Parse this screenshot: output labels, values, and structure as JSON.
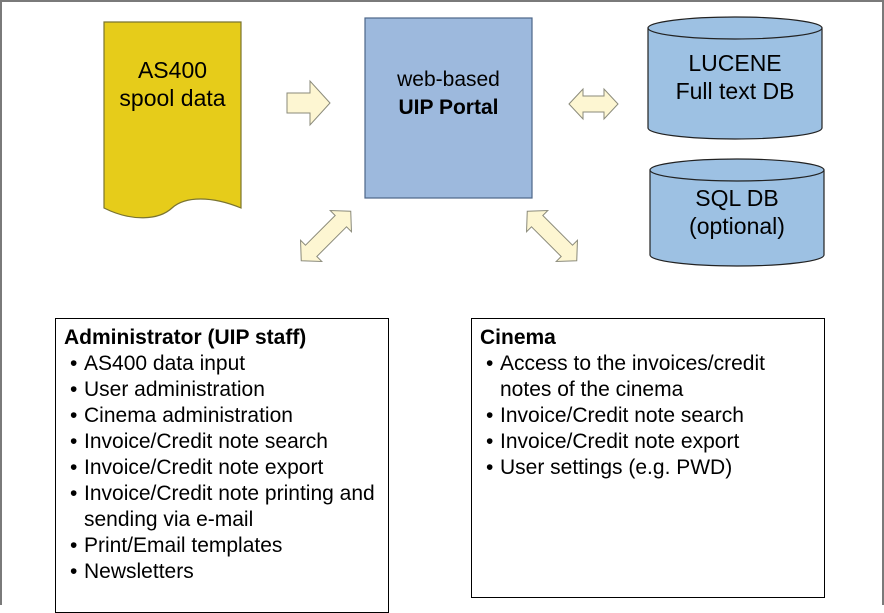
{
  "diagram": {
    "spool": {
      "line1": "AS400",
      "line2": "spool data"
    },
    "portal": {
      "line1": "web-based",
      "line2": "UIP Portal"
    },
    "lucene": {
      "line1": "LUCENE",
      "line2": "Full text DB"
    },
    "sql": {
      "line1": "SQL DB",
      "line2": "(optional)"
    },
    "admin": {
      "title": "Administrator (UIP staff)",
      "items": [
        "AS400 data input",
        "User administration",
        "Cinema administration",
        "Invoice/Credit note search",
        "Invoice/Credit note export",
        "Invoice/Credit note printing and sending via e-mail",
        "Print/Email templates",
        "Newsletters"
      ]
    },
    "cinema": {
      "title": "Cinema",
      "items": [
        "Access to the invoices/credit notes of the cinema",
        "Invoice/Credit note search",
        "Invoice/Credit note export",
        "User settings (e.g. PWD)"
      ]
    },
    "colors": {
      "document_fill": "#e6cc1a",
      "portal_fill": "#9db9dd",
      "database_fill": "#9dc1e3",
      "arrow_fill": "#fdf6d2"
    }
  }
}
